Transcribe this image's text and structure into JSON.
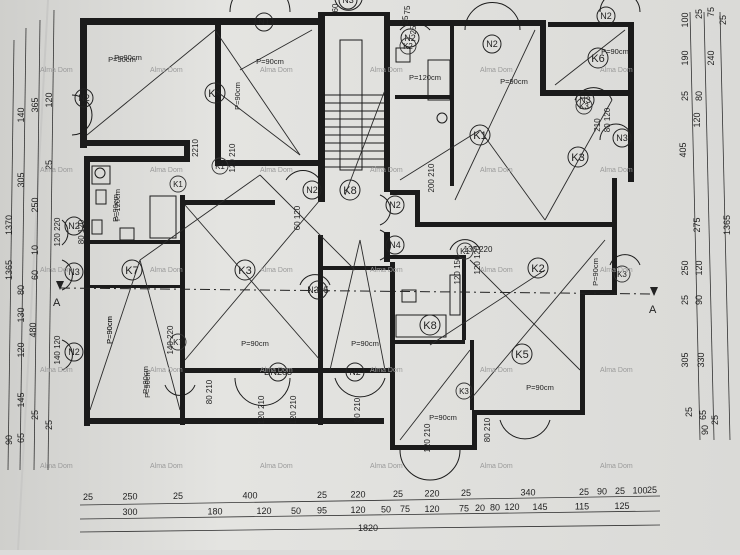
{
  "plan": {
    "watermark": "Alma Dom",
    "section_marker": "A",
    "rooms": [
      {
        "name": "room-k4",
        "label": "K4"
      },
      {
        "name": "room-k7",
        "label": "K7"
      },
      {
        "name": "room-k3-left",
        "label": "K3"
      },
      {
        "name": "room-k8-top",
        "label": "K8"
      },
      {
        "name": "room-k1",
        "label": "K1"
      },
      {
        "name": "room-k3-right",
        "label": "K3"
      },
      {
        "name": "room-k2",
        "label": "K2"
      },
      {
        "name": "room-k5",
        "label": "K5"
      },
      {
        "name": "room-k8-bath",
        "label": "K8"
      },
      {
        "name": "room-k6",
        "label": "K6"
      }
    ],
    "doors": [
      {
        "name": "door-n1",
        "label": "N1"
      },
      {
        "name": "door-n2-left",
        "label": "N2"
      },
      {
        "name": "door-n2-a",
        "label": "N2"
      },
      {
        "name": "door-n2-b",
        "label": "N2"
      },
      {
        "name": "door-n2-c",
        "label": "N2"
      },
      {
        "name": "door-n3",
        "label": "N3"
      },
      {
        "name": "door-n3-right",
        "label": "N3"
      },
      {
        "name": "door-n3-left",
        "label": "N3"
      },
      {
        "name": "door-n2-top",
        "label": "N2"
      },
      {
        "name": "door-n3-center",
        "label": "N3"
      },
      {
        "name": "door-n2-bottom",
        "label": "N2"
      },
      {
        "name": "door-n2-right",
        "label": "N2"
      },
      {
        "name": "door-n2-mid",
        "label": "N2"
      },
      {
        "name": "door-n4",
        "label": "N4"
      },
      {
        "name": "door-n305-a",
        "label": "N305"
      },
      {
        "name": "door-n205",
        "label": "DN205"
      },
      {
        "name": "door-n2-k",
        "label": "N2"
      }
    ],
    "openings": [
      {
        "name": "opening-k7-left",
        "label": "K7"
      },
      {
        "name": "opening-k1-left",
        "label": "K1"
      },
      {
        "name": "opening-k3-low",
        "label": "K3"
      },
      {
        "name": "opening-k1-low",
        "label": "K1"
      },
      {
        "name": "opening-k1-bot",
        "label": "K1"
      },
      {
        "name": "opening-k3-top",
        "label": "K3"
      },
      {
        "name": "opening-k2-top",
        "label": "K2"
      },
      {
        "name": "opening-k3-right",
        "label": "K3"
      }
    ],
    "notes": [
      {
        "name": "note-p90-1",
        "text": "P=90cm"
      },
      {
        "name": "note-p90-2",
        "text": "P=90cm"
      },
      {
        "name": "note-p90-3",
        "text": "P=90cm"
      },
      {
        "name": "note-p120-1",
        "text": "P=120cm"
      },
      {
        "name": "note-p90-4",
        "text": "P=90cm"
      },
      {
        "name": "note-p90-5",
        "text": "P=90cm"
      },
      {
        "name": "note-p120-2",
        "text": "P=120cm"
      },
      {
        "name": "note-p90-6",
        "text": "P=90cm"
      },
      {
        "name": "note-p90-7",
        "text": "P=90cm"
      },
      {
        "name": "note-p90-8",
        "text": "P=90cm"
      },
      {
        "name": "note-p90-9",
        "text": "P=90cm"
      },
      {
        "name": "note-p90-10",
        "text": "P=90cm"
      },
      {
        "name": "note-p90-11",
        "text": "P=90cm"
      },
      {
        "name": "note-p90-12",
        "text": "P=90cm"
      },
      {
        "name": "note-p90-13",
        "text": "P=90cm"
      },
      {
        "name": "note-p90-14",
        "text": "P=90cm"
      },
      {
        "name": "note-p90-15",
        "text": "P=90cm"
      },
      {
        "name": "note-p90-16",
        "text": "P=90cm"
      }
    ],
    "dim_labels": [
      {
        "name": "dim-2210",
        "text": "2210"
      },
      {
        "name": "dim-80-120",
        "text": "80 120"
      },
      {
        "name": "dim-140-220",
        "text": "140 220"
      },
      {
        "name": "dim-120-220",
        "text": "120 220"
      },
      {
        "name": "dim-140-120",
        "text": "140 120"
      },
      {
        "name": "dim-60-120",
        "text": "60 120"
      },
      {
        "name": "dim-200-210",
        "text": "200 210"
      },
      {
        "name": "dim-80-120b",
        "text": "80 120"
      },
      {
        "name": "dim-120-210",
        "text": "120 210"
      },
      {
        "name": "dim-120-150",
        "text": "120 150"
      },
      {
        "name": "dim-130-220",
        "text": "130 220"
      },
      {
        "name": "dim-80-210",
        "text": "80 210"
      },
      {
        "name": "dim-120-210b",
        "text": "120 210"
      },
      {
        "name": "dim-120-210c",
        "text": "120 210"
      },
      {
        "name": "dim-80-210b",
        "text": "80 210"
      },
      {
        "name": "dim-120-210d",
        "text": "120 210"
      },
      {
        "name": "dim-120-120",
        "text": "120 120"
      },
      {
        "name": "dim-210",
        "text": "210"
      },
      {
        "name": "dim-80-210c",
        "text": "80 210"
      }
    ],
    "left_dims": [
      "1370",
      "1365",
      "480",
      "140",
      "365",
      "120",
      "305",
      "25",
      "250",
      "10",
      "60",
      "80",
      "130",
      "120",
      "145",
      "25",
      "25",
      "90",
      "65"
    ],
    "right_dims": [
      "25",
      "100",
      "75",
      "25",
      "190",
      "240",
      "25",
      "80",
      "120",
      "405",
      "275",
      "1365",
      "250",
      "120",
      "25",
      "90",
      "305",
      "330",
      "25",
      "65",
      "25",
      "90"
    ],
    "bottom_row1": [
      "25",
      "250",
      "25",
      "400",
      "25",
      "220",
      "25",
      "220",
      "25",
      "340",
      "25",
      "90",
      "25",
      "100",
      "25"
    ],
    "bottom_row2": [
      "300",
      "180",
      "120",
      "50",
      "95",
      "120",
      "50",
      "75",
      "120",
      "75",
      "20",
      "80",
      "120",
      "145",
      "115",
      "125"
    ],
    "bottom_total": "1820",
    "top_dims": [
      "60",
      "25",
      "75",
      "25"
    ]
  }
}
